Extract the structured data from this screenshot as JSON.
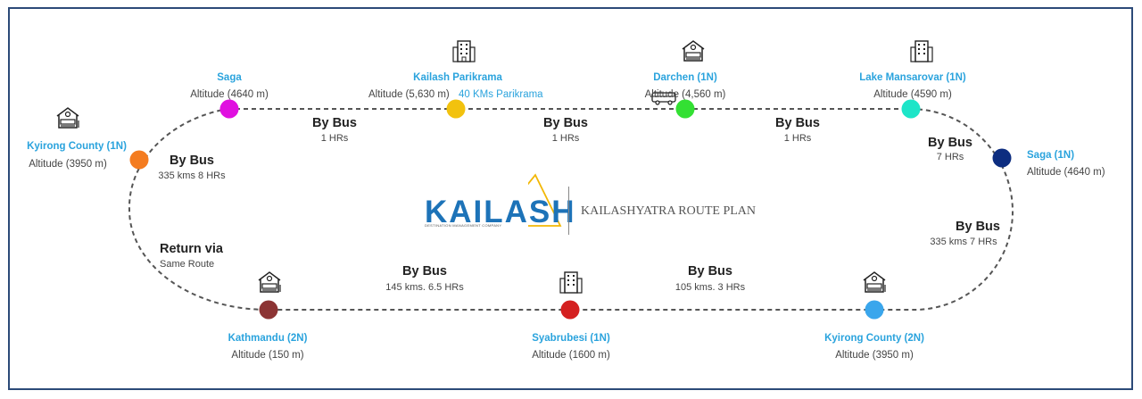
{
  "stops": [
    {
      "id": "kyirong1",
      "name": "Kyirong County (1N)",
      "altitude": "Altitude (3950 m)",
      "color": "#f47c20"
    },
    {
      "id": "saga",
      "name": "Saga",
      "altitude": "Altitude (4640 m)",
      "color": "#e010e0"
    },
    {
      "id": "kailash",
      "name": "Kailash Parikrama",
      "altitude": "Altitude (5,630 m)",
      "note": "40 KMs Parikrama",
      "color": "#f2c20e"
    },
    {
      "id": "darchen",
      "name": "Darchen (1N)",
      "altitude": "Altitude (4,560 m)",
      "color": "#33e033"
    },
    {
      "id": "mansarovar",
      "name": "Lake Mansarovar (1N)",
      "altitude": "Altitude (4590 m)",
      "color": "#1de5c8"
    },
    {
      "id": "saga1n",
      "name": "Saga (1N)",
      "altitude": "Altitude (4640 m)",
      "color": "#0d2d80"
    },
    {
      "id": "kyirong2",
      "name": "Kyirong County (2N)",
      "altitude": "Altitude (3950 m)",
      "color": "#3aa6ec"
    },
    {
      "id": "syabrubesi",
      "name": "Syabrubesi (1N)",
      "altitude": "Altitude (1600 m)",
      "color": "#d42020"
    },
    {
      "id": "kathmandu",
      "name": "Kathmandu (2N)",
      "altitude": "Altitude (150 m)",
      "color": "#8c3434"
    }
  ],
  "legs": [
    {
      "mode": "By Bus",
      "duration": "335 kms 8 HRs"
    },
    {
      "mode": "By Bus",
      "duration": "1 HRs"
    },
    {
      "mode": "By Bus",
      "duration": "1 HRs"
    },
    {
      "mode": "By Bus",
      "duration": "1 HRs"
    },
    {
      "mode": "By Bus",
      "duration": "7 HRs"
    },
    {
      "mode": "By Bus",
      "duration": "335 kms 7 HRs"
    },
    {
      "mode": "By Bus",
      "duration": "105 kms. 3 HRs"
    },
    {
      "mode": "By Bus",
      "duration": "145 kms. 6.5 HRs"
    },
    {
      "mode": "Return via",
      "duration": "Same Route"
    }
  ],
  "logo": {
    "brand": "KAILASH",
    "tagline": "DESTINATION MANAGEMENT COMPANY",
    "title": "KAILASHYATRA ROUTE PLAN"
  },
  "icons": {
    "hotel": "hotel-icon",
    "bed": "bed-icon",
    "bus": "bus-icon"
  }
}
